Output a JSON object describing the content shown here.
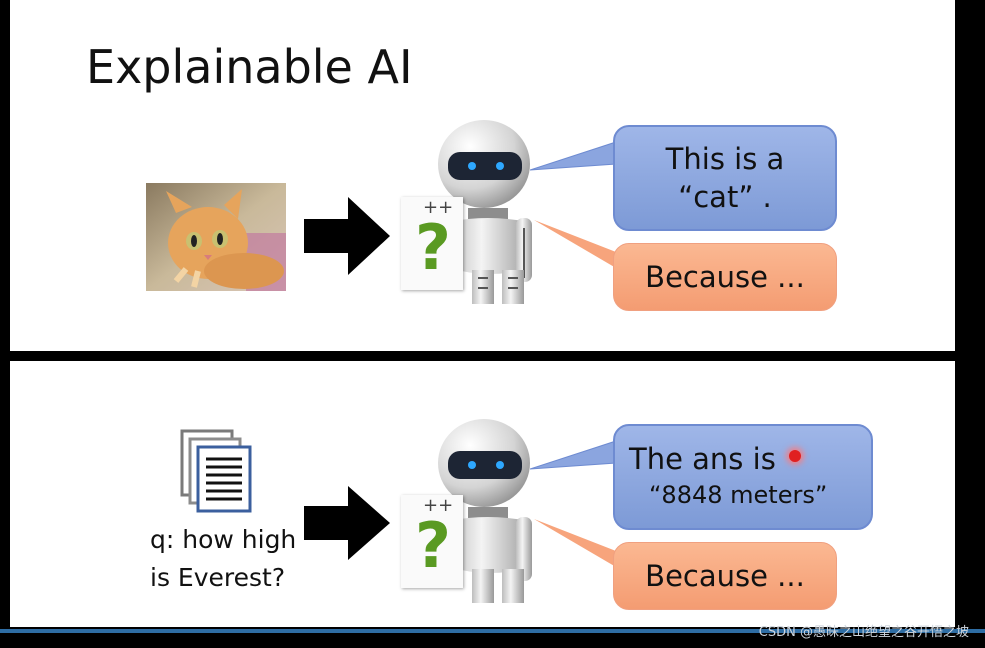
{
  "title": "Explainable AI",
  "top": {
    "bubble_answer_line1": "This is a",
    "bubble_answer_line2": "“cat”  .",
    "bubble_reason": "Because ..."
  },
  "bottom": {
    "question_line1": "q: how high",
    "question_line2": "is Everest?",
    "bubble_answer_line1": "The ans is",
    "bubble_answer_line2": "“8848 meters”",
    "bubble_reason": "Because ..."
  },
  "card": {
    "question_mark": "?",
    "top_symbol": "++"
  },
  "watermark": "CSDN @愚昧之山绝望之谷开悟之坡",
  "colors": {
    "blue_bubble": "#8fa9e0",
    "orange_bubble": "#f8a57e",
    "accent_bar": "#2e6da4",
    "question_green": "#5a9a22"
  }
}
